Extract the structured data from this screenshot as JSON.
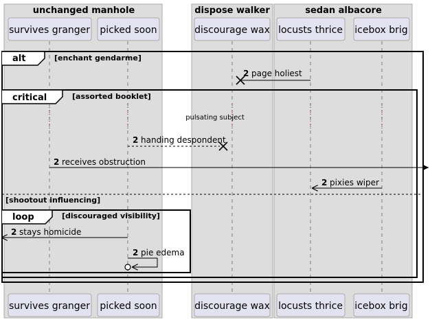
{
  "boxes": [
    {
      "title": "unchanged manhole"
    },
    {
      "title": "dispose walker"
    },
    {
      "title": "sedan albacore"
    }
  ],
  "participants": [
    {
      "id": "p1",
      "label": "survives granger"
    },
    {
      "id": "p2",
      "label": "picked soon"
    },
    {
      "id": "p3",
      "label": "discourage wax"
    },
    {
      "id": "p4",
      "label": "locusts thrice"
    },
    {
      "id": "p5",
      "label": "icebox brig"
    }
  ],
  "fragments": {
    "alt": {
      "keyword": "alt",
      "guard": "[enchant gendarme]",
      "else_guard": "[shootout influencing]"
    },
    "critical": {
      "keyword": "critical",
      "guard": "[assorted booklet]"
    },
    "loop": {
      "keyword": "loop",
      "guard": "[discouraged visibility]"
    }
  },
  "messages": [
    {
      "num": "2",
      "label": "page holiest",
      "from": "locusts thrice",
      "to": "discourage wax",
      "style": "solid",
      "end": "destroy"
    },
    {
      "num": "2",
      "label": "handing despondent",
      "from": "picked soon",
      "to": "discourage wax",
      "style": "dashed",
      "end": "destroy"
    },
    {
      "num": "2",
      "label": "receives obstruction",
      "from": "survives granger",
      "to": "outside-right",
      "style": "solid",
      "end": "arrow"
    },
    {
      "num": "2",
      "label": "pixies wiper",
      "from": "icebox brig",
      "to": "locusts thrice",
      "style": "solid",
      "end": "open-arrow"
    },
    {
      "num": "2",
      "label": "stays homicide",
      "from": "picked soon",
      "to": "outside-left",
      "style": "solid",
      "end": "open-arrow"
    },
    {
      "num": "2",
      "label": "pie edema",
      "from": "picked soon",
      "to": "picked soon",
      "style": "solid",
      "end": "circle-arrow"
    }
  ],
  "divider": {
    "text": "pulsating subject"
  },
  "colors": {
    "box_fill": "#dddddd",
    "box_border": "#aaaaaa",
    "participant_fill": "#e2e2f0",
    "participant_border": "#aaaaaa",
    "lifeline": "#808080",
    "divider_dots": "#a80036"
  }
}
